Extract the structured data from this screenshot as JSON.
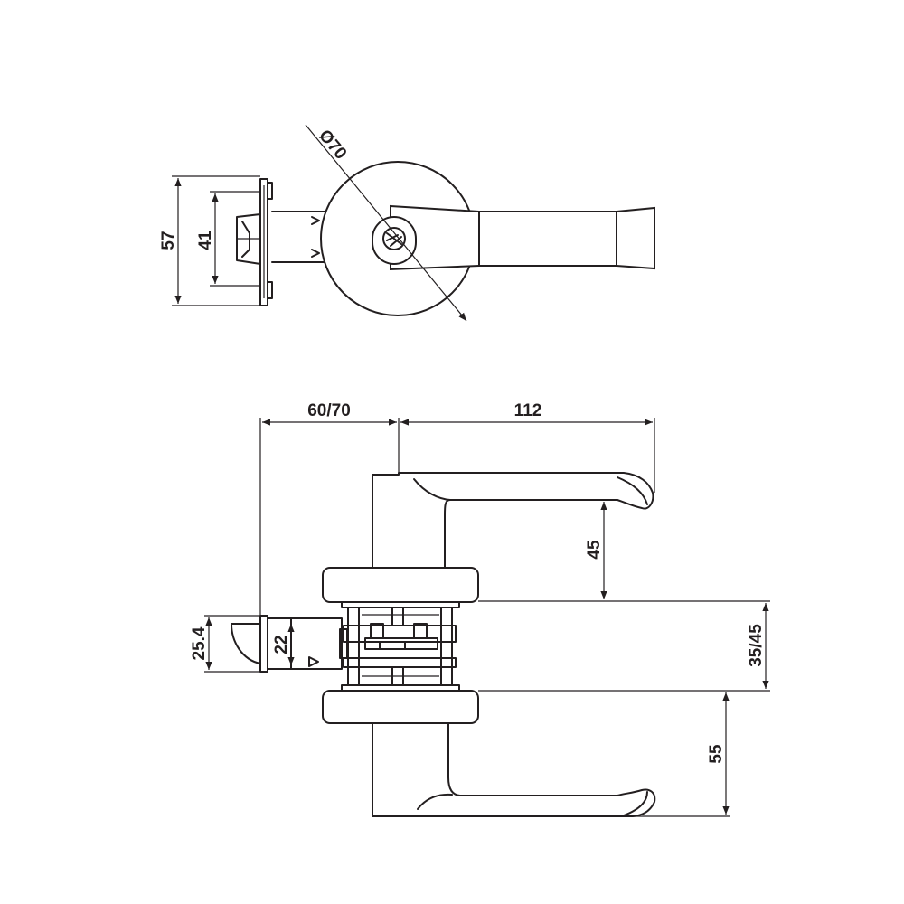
{
  "dimensions": {
    "top_view": {
      "rose_diameter": "Ø70",
      "face_plate_height": "57",
      "latch_height": "41"
    },
    "side_view": {
      "backset": "60/70",
      "lever_length": "112",
      "lever_clearance": "45",
      "door_thickness": "35/45",
      "latch_face_height": "25.4",
      "latch_bolt_width": "22",
      "lever_height": "55"
    }
  }
}
